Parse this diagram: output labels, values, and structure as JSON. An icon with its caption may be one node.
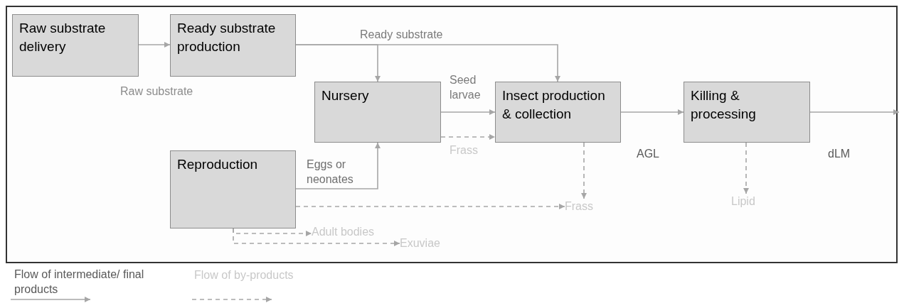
{
  "diagram": {
    "nodes": [
      {
        "text": [
          "Raw substrate delivery"
        ]
      },
      {
        "text": [
          "Ready substrate production"
        ]
      },
      {
        "text": [
          "Nursery"
        ]
      },
      {
        "text": [
          "Insect production & collection"
        ]
      },
      {
        "text": [
          "Killing & processing"
        ]
      },
      {
        "text": [
          "Reproduction"
        ]
      },
      {
        "text": [
          "Frass"
        ]
      },
      {
        "text": [
          "Lipid"
        ]
      },
      {
        "text": [
          "Adult bodies"
        ]
      },
      {
        "text": [
          "Exuviae"
        ]
      }
    ],
    "edges": [
      {
        "from": 0,
        "to": 1,
        "arrow": "to",
        "label": "Raw substrate"
      },
      {
        "from": 1,
        "to": 2,
        "arrow": "to"
      },
      {
        "from": 1,
        "to": 3,
        "arrow": "to",
        "label": "Ready substrate"
      },
      {
        "from": 2,
        "to": 3,
        "arrow": "to",
        "label": "Seed larvae"
      },
      {
        "from": 2,
        "to": 3,
        "arrow": "to",
        "label": "Frass",
        "style": "dashed"
      },
      {
        "from": 5,
        "to": 2,
        "arrow": "to",
        "label": "Eggs or neonates"
      },
      {
        "from": 3,
        "to": 4,
        "arrow": "to",
        "label": "AGL"
      },
      {
        "from": 4,
        "to": null,
        "arrow": "to",
        "label": "dLM"
      },
      {
        "from": 3,
        "to": 6,
        "arrow": "to",
        "style": "dashed"
      },
      {
        "from": 5,
        "to": 6,
        "arrow": "to",
        "style": "dashed"
      },
      {
        "from": 4,
        "to": 7,
        "arrow": "to",
        "style": "dashed"
      },
      {
        "from": 5,
        "to": 8,
        "arrow": "to",
        "style": "dashed"
      },
      {
        "from": 5,
        "to": 9,
        "arrow": "to",
        "style": "dashed"
      }
    ],
    "legend": [
      {
        "text": "Flow of intermediate/ final products"
      },
      {
        "text": "Flow of by-products"
      }
    ]
  }
}
